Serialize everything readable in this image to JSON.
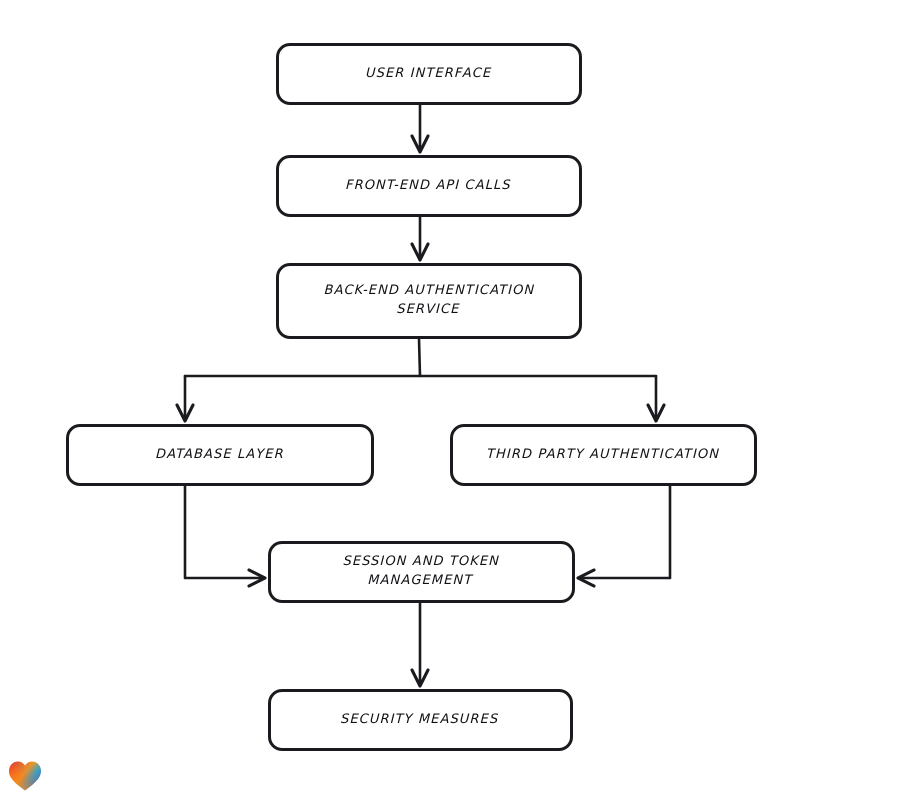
{
  "diagram": {
    "type": "flowchart",
    "style": "hand-drawn",
    "background_color": "#ffffff",
    "stroke_color": "#1b1b1f",
    "text_color": "#121216",
    "nodes": [
      {
        "id": "user-interface",
        "label": "USER INTERFACE"
      },
      {
        "id": "frontend-api-calls",
        "label": "FRONT-END API CALLS"
      },
      {
        "id": "backend-auth-service",
        "label": "BACK-END AUTHENTICATION\nSERVICE"
      },
      {
        "id": "database-layer",
        "label": "DATABASE LAYER"
      },
      {
        "id": "third-party-auth",
        "label": "THIRD PARTY AUTHENTICATION"
      },
      {
        "id": "session-token-mgmt",
        "label": "SESSION AND TOKEN\nMANAGEMENT"
      },
      {
        "id": "security-measures",
        "label": "SECURITY MEASURES"
      }
    ],
    "edges": [
      {
        "from": "user-interface",
        "to": "frontend-api-calls",
        "direction": "down"
      },
      {
        "from": "frontend-api-calls",
        "to": "backend-auth-service",
        "direction": "down"
      },
      {
        "from": "backend-auth-service",
        "to": "database-layer",
        "direction": "down-left-branch"
      },
      {
        "from": "backend-auth-service",
        "to": "third-party-auth",
        "direction": "down-right-branch"
      },
      {
        "from": "database-layer",
        "to": "session-token-mgmt",
        "direction": "down-then-right"
      },
      {
        "from": "third-party-auth",
        "to": "session-token-mgmt",
        "direction": "down-then-left"
      },
      {
        "from": "session-token-mgmt",
        "to": "security-measures",
        "direction": "down"
      }
    ]
  },
  "watermark": {
    "icon": "heart-icon",
    "gradient_colors": [
      "#e8262b",
      "#2f6fd8",
      "#f79b1e",
      "#f4671f"
    ]
  }
}
